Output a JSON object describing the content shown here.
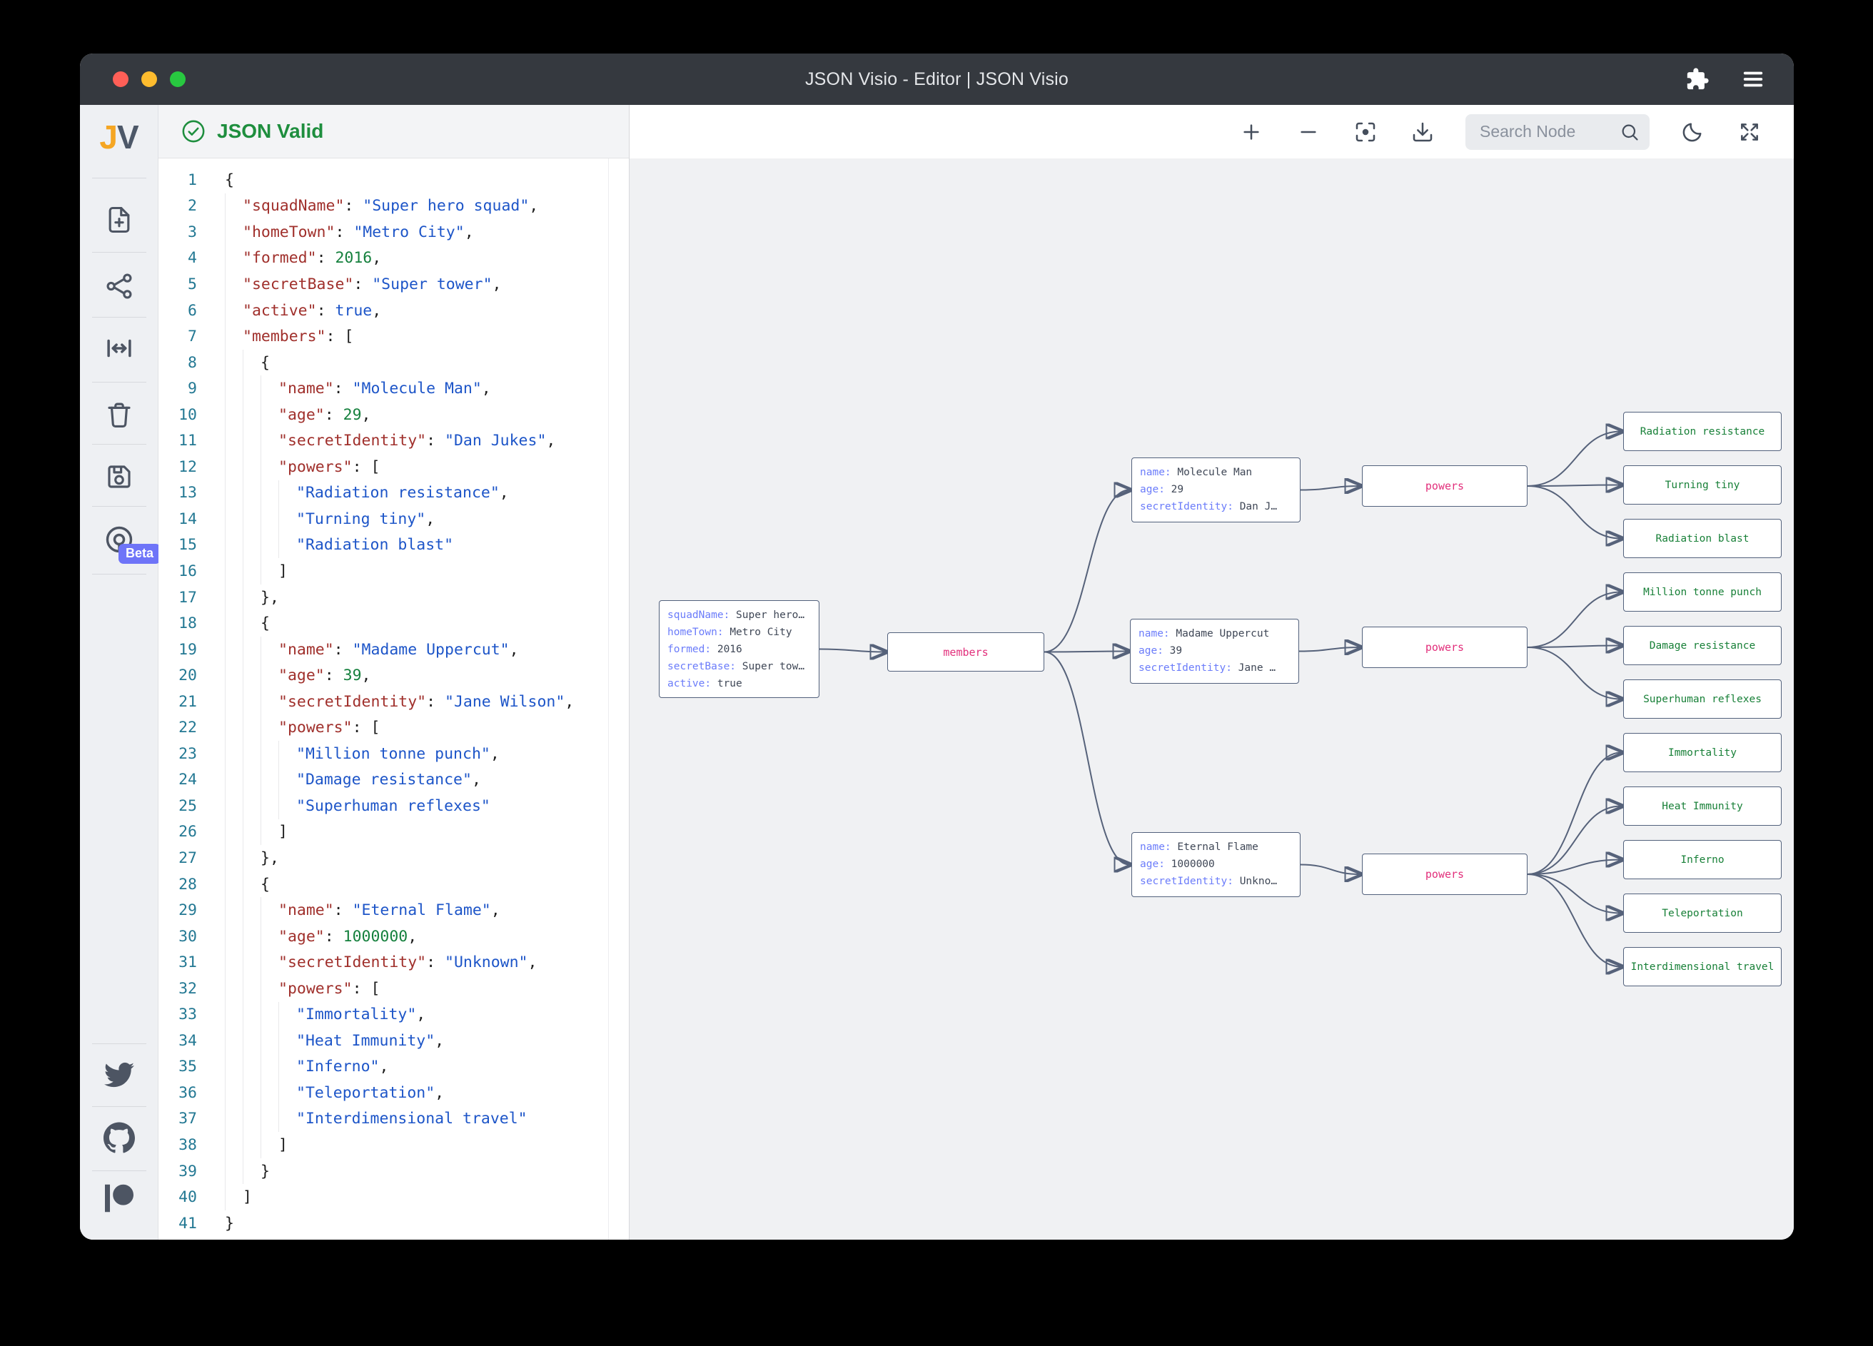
{
  "titlebar": {
    "title": "JSON Visio - Editor | JSON Visio",
    "traffic_lights": [
      "close",
      "minimize",
      "zoom"
    ],
    "icons": [
      "extension-icon",
      "menu-icon"
    ]
  },
  "sidebar": {
    "logo_j": "J",
    "logo_v": "V",
    "beta_label": "Beta",
    "top_icons": [
      "new-file-icon",
      "share-graph-icon",
      "expand-width-icon",
      "trash-icon",
      "save-icon",
      "api-widget-icon"
    ],
    "bottom_icons": [
      "twitter-icon",
      "github-icon",
      "patreon-icon"
    ]
  },
  "editor": {
    "status": "JSON Valid",
    "lines": [
      {
        "g": 0,
        "t": [
          [
            "p",
            "{"
          ]
        ]
      },
      {
        "g": 1,
        "t": [
          [
            "k",
            "\"squadName\""
          ],
          [
            "p",
            ": "
          ],
          [
            "s",
            "\"Super hero squad\""
          ],
          [
            "p",
            ","
          ]
        ]
      },
      {
        "g": 1,
        "t": [
          [
            "k",
            "\"homeTown\""
          ],
          [
            "p",
            ": "
          ],
          [
            "s",
            "\"Metro City\""
          ],
          [
            "p",
            ","
          ]
        ]
      },
      {
        "g": 1,
        "t": [
          [
            "k",
            "\"formed\""
          ],
          [
            "p",
            ": "
          ],
          [
            "n",
            "2016"
          ],
          [
            "p",
            ","
          ]
        ]
      },
      {
        "g": 1,
        "t": [
          [
            "k",
            "\"secretBase\""
          ],
          [
            "p",
            ": "
          ],
          [
            "s",
            "\"Super tower\""
          ],
          [
            "p",
            ","
          ]
        ]
      },
      {
        "g": 1,
        "t": [
          [
            "k",
            "\"active\""
          ],
          [
            "p",
            ": "
          ],
          [
            "b",
            "true"
          ],
          [
            "p",
            ","
          ]
        ]
      },
      {
        "g": 1,
        "t": [
          [
            "k",
            "\"members\""
          ],
          [
            "p",
            ": ["
          ]
        ]
      },
      {
        "g": 2,
        "t": [
          [
            "p",
            "{"
          ]
        ]
      },
      {
        "g": 3,
        "t": [
          [
            "k",
            "\"name\""
          ],
          [
            "p",
            ": "
          ],
          [
            "s",
            "\"Molecule Man\""
          ],
          [
            "p",
            ","
          ]
        ]
      },
      {
        "g": 3,
        "t": [
          [
            "k",
            "\"age\""
          ],
          [
            "p",
            ": "
          ],
          [
            "n",
            "29"
          ],
          [
            "p",
            ","
          ]
        ]
      },
      {
        "g": 3,
        "t": [
          [
            "k",
            "\"secretIdentity\""
          ],
          [
            "p",
            ": "
          ],
          [
            "s",
            "\"Dan Jukes\""
          ],
          [
            "p",
            ","
          ]
        ]
      },
      {
        "g": 3,
        "t": [
          [
            "k",
            "\"powers\""
          ],
          [
            "p",
            ": ["
          ]
        ]
      },
      {
        "g": 4,
        "t": [
          [
            "s",
            "\"Radiation resistance\""
          ],
          [
            "p",
            ","
          ]
        ]
      },
      {
        "g": 4,
        "t": [
          [
            "s",
            "\"Turning tiny\""
          ],
          [
            "p",
            ","
          ]
        ]
      },
      {
        "g": 4,
        "t": [
          [
            "s",
            "\"Radiation blast\""
          ]
        ]
      },
      {
        "g": 3,
        "t": [
          [
            "p",
            "]"
          ]
        ]
      },
      {
        "g": 2,
        "t": [
          [
            "p",
            "},"
          ]
        ]
      },
      {
        "g": 2,
        "t": [
          [
            "p",
            "{"
          ]
        ]
      },
      {
        "g": 3,
        "t": [
          [
            "k",
            "\"name\""
          ],
          [
            "p",
            ": "
          ],
          [
            "s",
            "\"Madame Uppercut\""
          ],
          [
            "p",
            ","
          ]
        ]
      },
      {
        "g": 3,
        "t": [
          [
            "k",
            "\"age\""
          ],
          [
            "p",
            ": "
          ],
          [
            "n",
            "39"
          ],
          [
            "p",
            ","
          ]
        ]
      },
      {
        "g": 3,
        "t": [
          [
            "k",
            "\"secretIdentity\""
          ],
          [
            "p",
            ": "
          ],
          [
            "s",
            "\"Jane Wilson\""
          ],
          [
            "p",
            ","
          ]
        ]
      },
      {
        "g": 3,
        "t": [
          [
            "k",
            "\"powers\""
          ],
          [
            "p",
            ": ["
          ]
        ]
      },
      {
        "g": 4,
        "t": [
          [
            "s",
            "\"Million tonne punch\""
          ],
          [
            "p",
            ","
          ]
        ]
      },
      {
        "g": 4,
        "t": [
          [
            "s",
            "\"Damage resistance\""
          ],
          [
            "p",
            ","
          ]
        ]
      },
      {
        "g": 4,
        "t": [
          [
            "s",
            "\"Superhuman reflexes\""
          ]
        ]
      },
      {
        "g": 3,
        "t": [
          [
            "p",
            "]"
          ]
        ]
      },
      {
        "g": 2,
        "t": [
          [
            "p",
            "},"
          ]
        ]
      },
      {
        "g": 2,
        "t": [
          [
            "p",
            "{"
          ]
        ]
      },
      {
        "g": 3,
        "t": [
          [
            "k",
            "\"name\""
          ],
          [
            "p",
            ": "
          ],
          [
            "s",
            "\"Eternal Flame\""
          ],
          [
            "p",
            ","
          ]
        ]
      },
      {
        "g": 3,
        "t": [
          [
            "k",
            "\"age\""
          ],
          [
            "p",
            ": "
          ],
          [
            "n",
            "1000000"
          ],
          [
            "p",
            ","
          ]
        ]
      },
      {
        "g": 3,
        "t": [
          [
            "k",
            "\"secretIdentity\""
          ],
          [
            "p",
            ": "
          ],
          [
            "s",
            "\"Unknown\""
          ],
          [
            "p",
            ","
          ]
        ]
      },
      {
        "g": 3,
        "t": [
          [
            "k",
            "\"powers\""
          ],
          [
            "p",
            ": ["
          ]
        ]
      },
      {
        "g": 4,
        "t": [
          [
            "s",
            "\"Immortality\""
          ],
          [
            "p",
            ","
          ]
        ]
      },
      {
        "g": 4,
        "t": [
          [
            "s",
            "\"Heat Immunity\""
          ],
          [
            "p",
            ","
          ]
        ]
      },
      {
        "g": 4,
        "t": [
          [
            "s",
            "\"Inferno\""
          ],
          [
            "p",
            ","
          ]
        ]
      },
      {
        "g": 4,
        "t": [
          [
            "s",
            "\"Teleportation\""
          ],
          [
            "p",
            ","
          ]
        ]
      },
      {
        "g": 4,
        "t": [
          [
            "s",
            "\"Interdimensional travel\""
          ]
        ]
      },
      {
        "g": 3,
        "t": [
          [
            "p",
            "]"
          ]
        ]
      },
      {
        "g": 2,
        "t": [
          [
            "p",
            "}"
          ]
        ]
      },
      {
        "g": 1,
        "t": [
          [
            "p",
            "]"
          ]
        ]
      },
      {
        "g": 0,
        "t": [
          [
            "p",
            "}"
          ]
        ]
      }
    ]
  },
  "toolbar": {
    "icons": [
      "zoom-in-icon",
      "zoom-out-icon",
      "focus-icon",
      "download-icon",
      "dark-mode-icon",
      "fullscreen-icon"
    ],
    "search_placeholder": "Search Node"
  },
  "graph": {
    "root": {
      "rows": [
        [
          "squadName",
          "Super hero…"
        ],
        [
          "homeTown",
          "Metro City"
        ],
        [
          "formed",
          "2016"
        ],
        [
          "secretBase",
          "Super tow…"
        ],
        [
          "active",
          "true"
        ]
      ]
    },
    "members_label": "members",
    "powers_label": "powers",
    "members": [
      {
        "rows": [
          [
            "name",
            "Molecule Man"
          ],
          [
            "age",
            "29"
          ],
          [
            "secretIdentity",
            "Dan J…"
          ]
        ],
        "powers": [
          "Radiation resistance",
          "Turning tiny",
          "Radiation blast"
        ]
      },
      {
        "rows": [
          [
            "name",
            "Madame Uppercut"
          ],
          [
            "age",
            "39"
          ],
          [
            "secretIdentity",
            "Jane …"
          ]
        ],
        "powers": [
          "Million tonne punch",
          "Damage resistance",
          "Superhuman reflexes"
        ]
      },
      {
        "rows": [
          [
            "name",
            "Eternal Flame"
          ],
          [
            "age",
            "1000000"
          ],
          [
            "secretIdentity",
            "Unkno…"
          ]
        ],
        "powers": [
          "Immortality",
          "Heat Immunity",
          "Inferno",
          "Teleportation",
          "Interdimensional travel"
        ]
      }
    ]
  },
  "colors": {
    "titlebar_bg": "#35393f",
    "valid_green": "#1e8e3e",
    "line_number": "#237893",
    "code_key": "#a0302c",
    "code_string": "#1d55c8",
    "code_number": "#15803d",
    "node_key": "#6b7cfa",
    "node_value": "#3f4756",
    "node_label_pink": "#e22f7b",
    "leaf_green": "#188038",
    "edge": "#56627a",
    "beta_badge": "#6e74f8",
    "logo_j_orange": "#f5a623"
  }
}
